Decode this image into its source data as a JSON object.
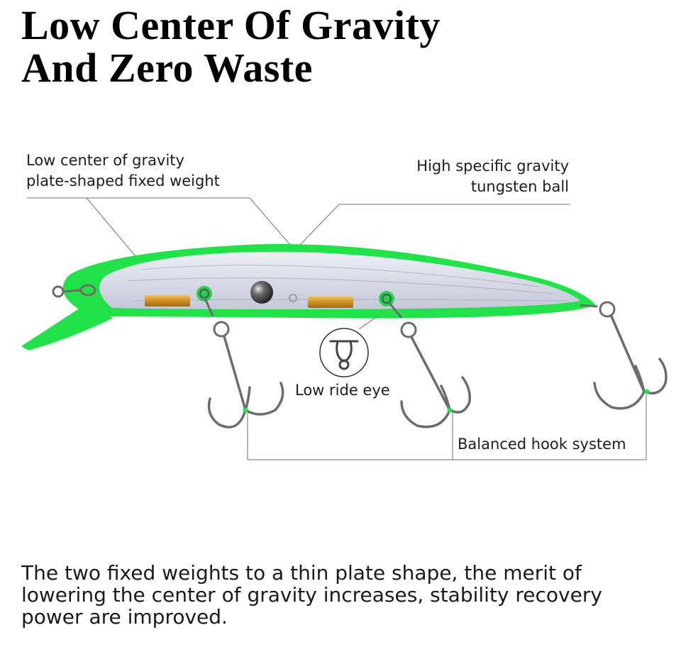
{
  "title": {
    "line1": "Low Center Of Gravity",
    "line2": "And Zero Waste"
  },
  "callouts": {
    "fixed_weight": {
      "line1": "Low center of gravity",
      "line2": "plate-shaped fixed weight"
    },
    "tungsten_ball": {
      "line1": "High specific gravity",
      "line2": "tungsten ball"
    },
    "ride_eye": "Low ride eye",
    "hook_system": "Balanced hook system"
  },
  "description": {
    "line1": "The two fixed weights to a thin plate shape, the merit of",
    "line2": "lowering the center of gravity increases, stability recovery",
    "line3": "power are improved."
  },
  "colors": {
    "lure_outline": "#22e24a",
    "weight_gold": "#d39a2c",
    "hook_steel": "#6c6c6c",
    "leader_line": "#6f6f6f"
  }
}
